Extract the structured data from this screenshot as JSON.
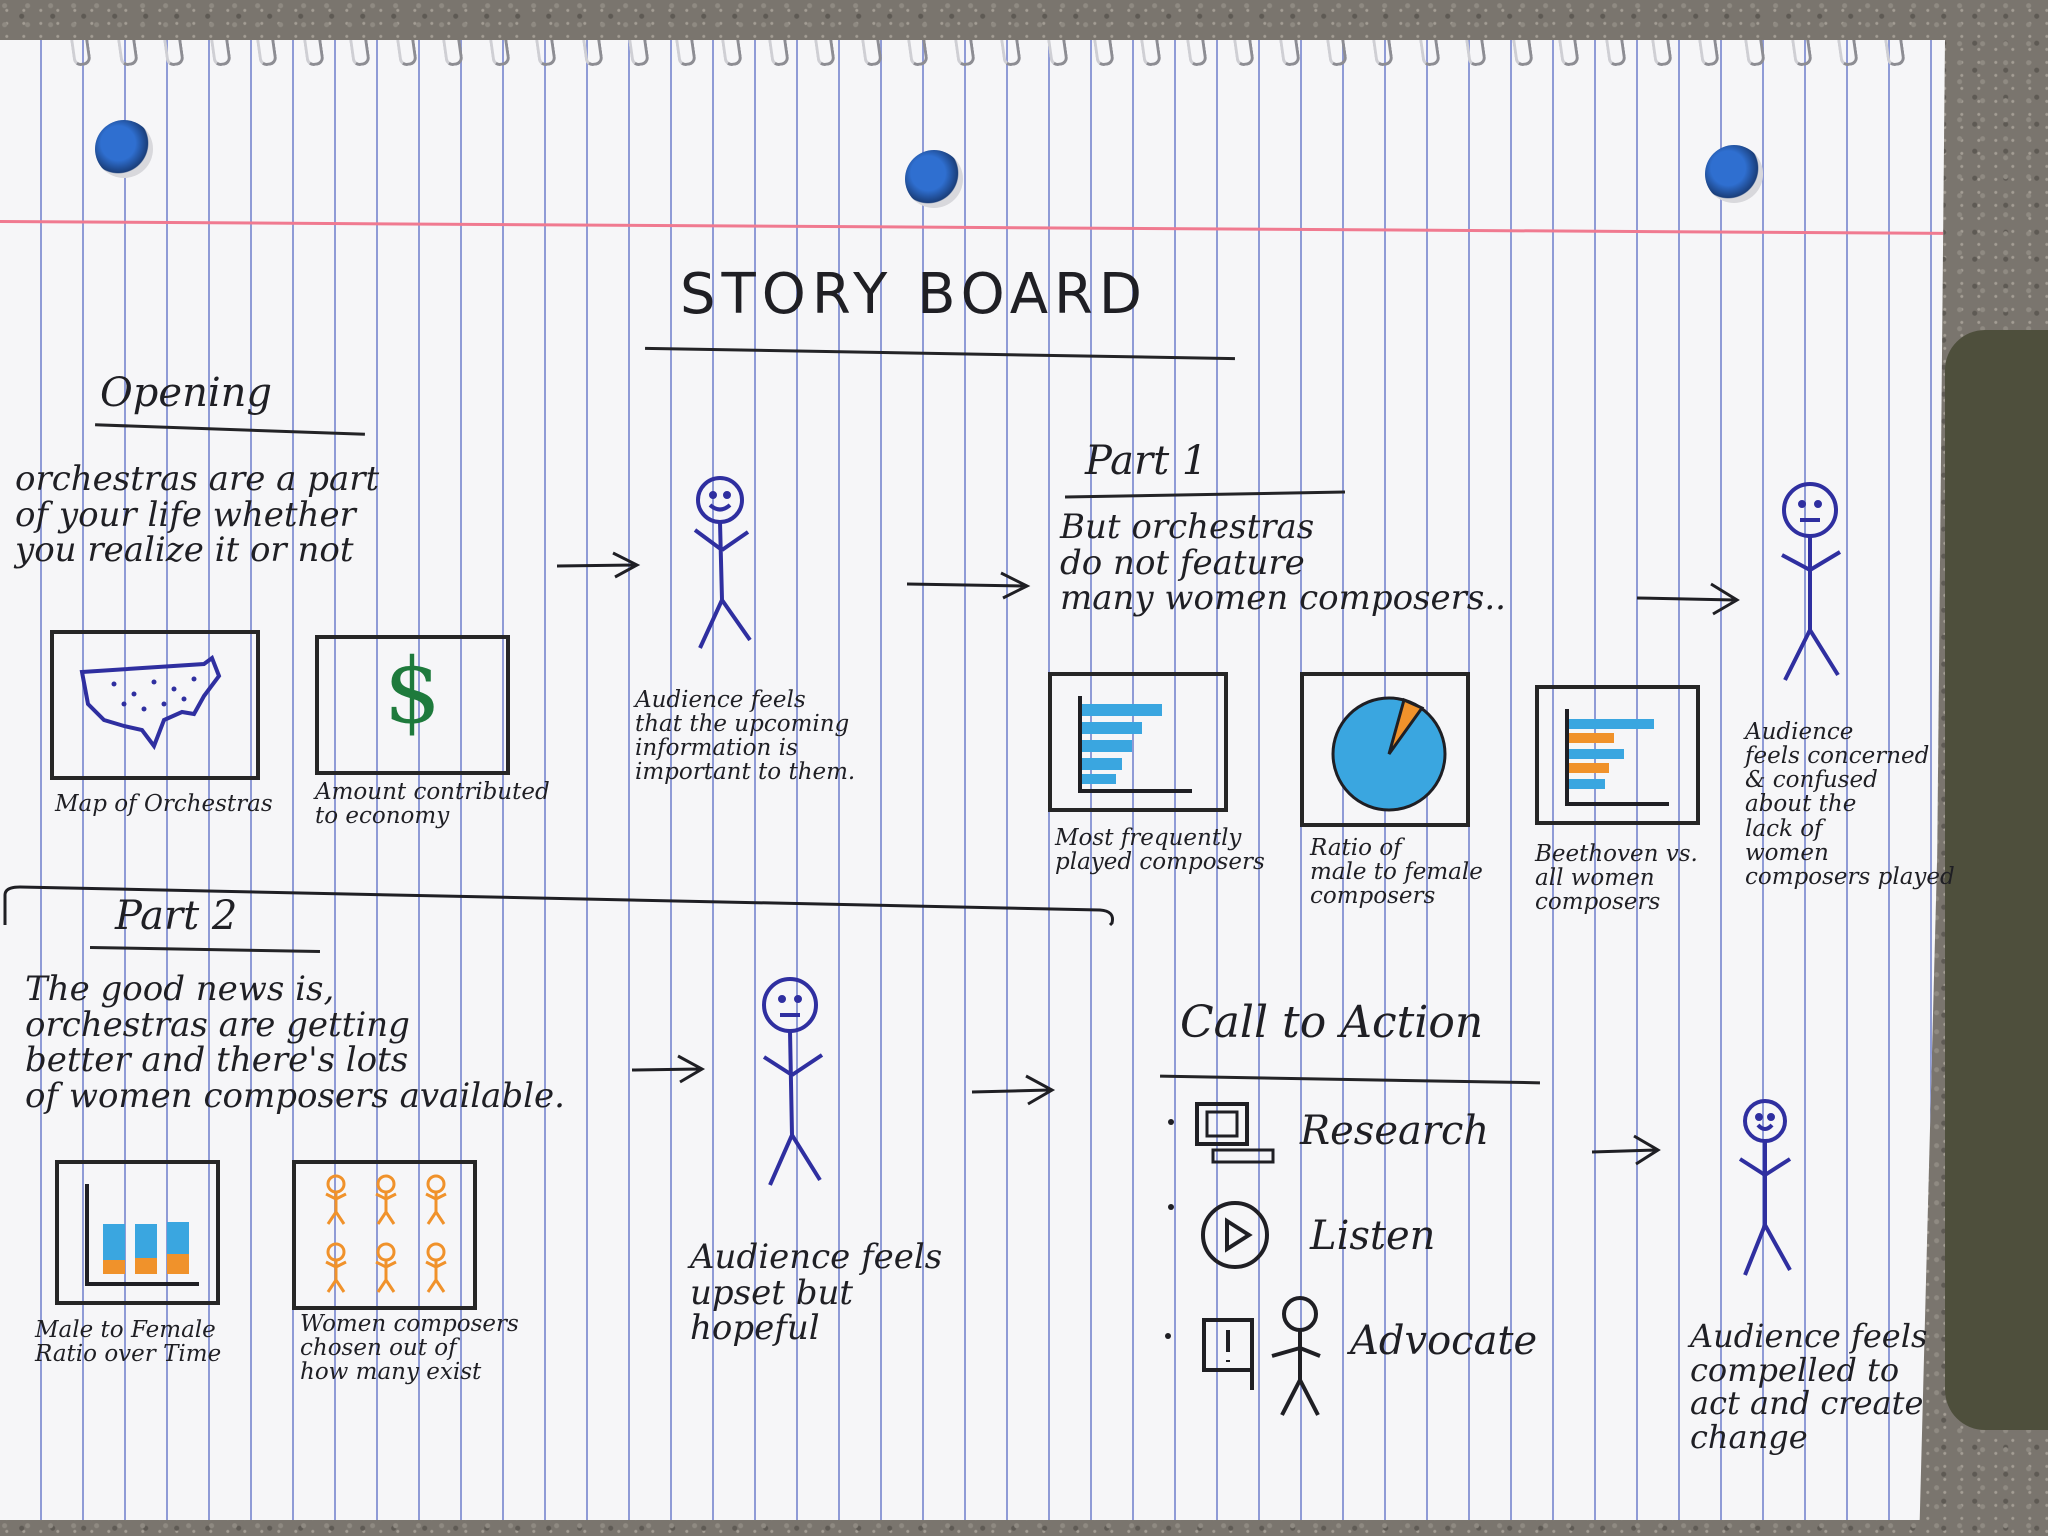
{
  "title": "STORY BOARD",
  "opening": {
    "heading": "Opening",
    "text": "orchestras are a part\nof your life whether\nyou realize it or not",
    "visuals": [
      {
        "caption": "Map of Orchestras"
      },
      {
        "caption": "Amount contributed\nto economy",
        "symbol": "$"
      }
    ],
    "feeling": "Audience feels\nthat the upcoming\ninformation is\nimportant to them."
  },
  "part1": {
    "heading": "Part 1",
    "text": "But orchestras\ndo not feature\nmany women composers..",
    "visuals": [
      {
        "caption": "Most frequently\nplayed composers"
      },
      {
        "caption": "Ratio of\nmale to female\ncomposers"
      },
      {
        "caption": "Beethoven vs.\nall women\ncomposers"
      }
    ],
    "feeling": "Audience\nfeels concerned\n& confused\nabout the\nlack of\nwomen\ncomposers played"
  },
  "part2": {
    "heading": "Part 2",
    "text": "The good news is,\norchestras are getting\nbetter and there's lots\nof women composers available.",
    "visuals": [
      {
        "caption": "Male to Female\nRatio over Time"
      },
      {
        "caption": "Women composers\nchosen out of\nhow many exist"
      }
    ],
    "feeling": "Audience feels\nupset but\nhopeful"
  },
  "call_to_action": {
    "heading": "Call to Action",
    "items": [
      {
        "label": "Research",
        "icon": "computer-icon"
      },
      {
        "label": "Listen",
        "icon": "play-icon"
      },
      {
        "label": "Advocate",
        "icon": "advocate-sign-icon"
      }
    ],
    "feeling": "Audience feels\ncompelled to\nact and create\nchange"
  },
  "colors": {
    "ink_blue": "#2f2fa0",
    "ink_black": "#1f1f24",
    "accent_cyan": "#3aa6e0",
    "accent_orange": "#f0922b",
    "accent_green": "#1e7a3c",
    "margin_red": "#f07a90"
  }
}
